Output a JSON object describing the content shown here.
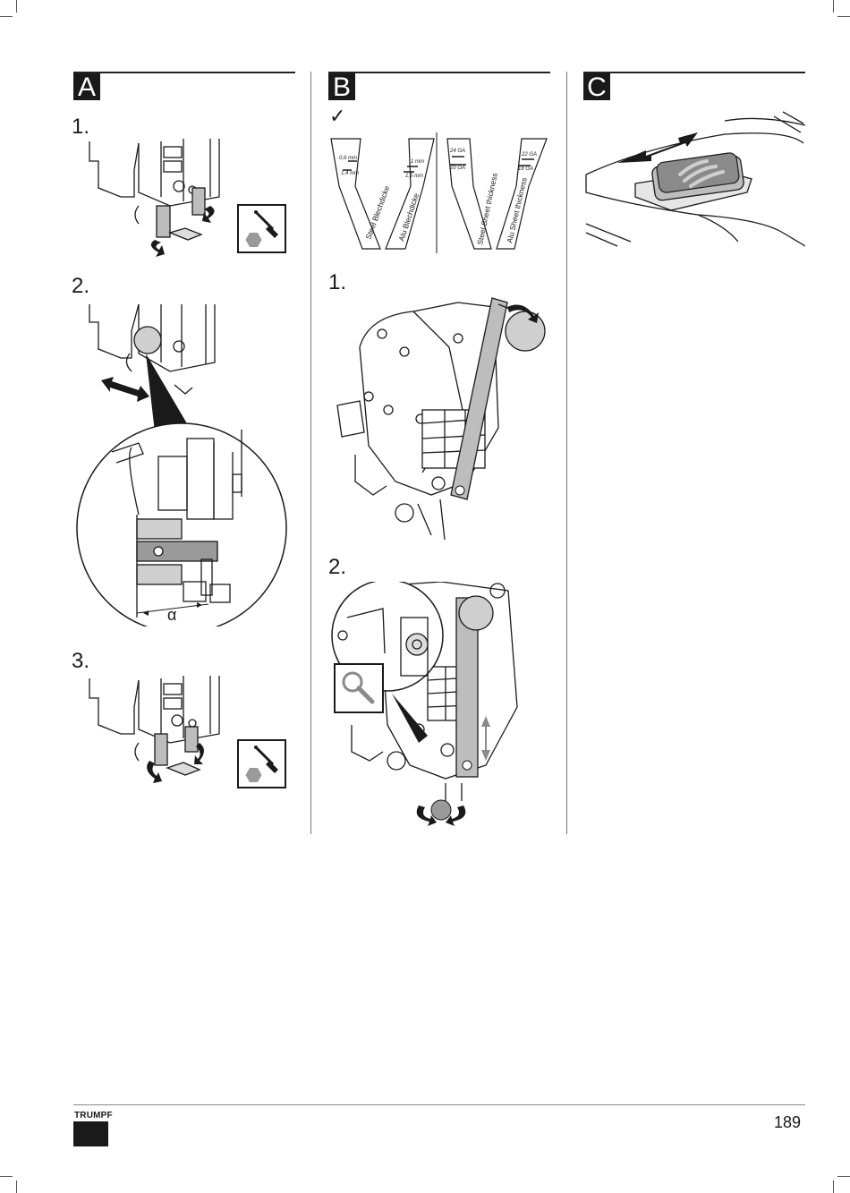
{
  "sections": {
    "a": {
      "label": "A",
      "steps": [
        "1.",
        "2.",
        "3."
      ],
      "angle_symbol": "α"
    },
    "b": {
      "label": "B",
      "check_mark": "✓",
      "steps": [
        "1.",
        "2."
      ],
      "gauges": [
        {
          "text": "Steel Blechdicke",
          "top_mark": "0,6 mm",
          "bottom_mark": "1,4 mm"
        },
        {
          "text": "Alu Blechdicke",
          "top_mark": "1 mm",
          "bottom_mark": "1,5 mm"
        },
        {
          "text": "Steel Sheet thickness",
          "top_mark": "24 GA",
          "bottom_mark": "20 GA"
        },
        {
          "text": "Alu Sheet thickness",
          "top_mark": "22 GA",
          "bottom_mark": "18 GA"
        }
      ]
    },
    "c": {
      "label": "C"
    }
  },
  "icons": {
    "tools": "screwdriver-hex-icon",
    "magnifier": "magnifier-icon"
  },
  "footer": {
    "brand": "TRUMPF",
    "page_number": "189"
  }
}
